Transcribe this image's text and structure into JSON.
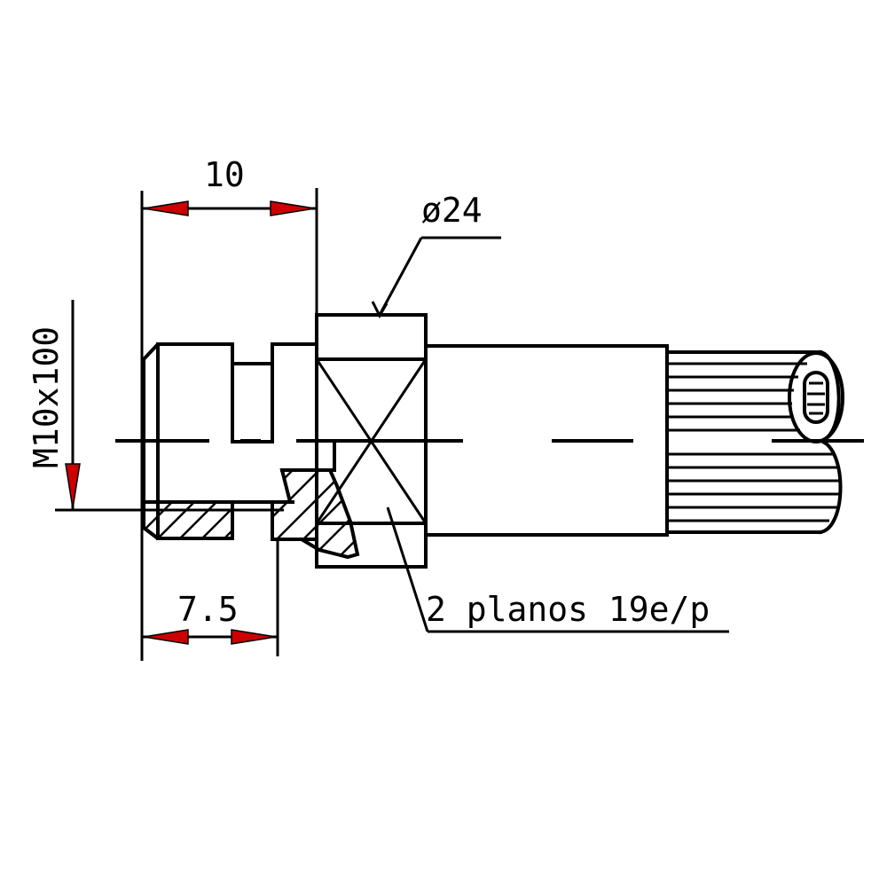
{
  "dimensions": {
    "length_top": "10",
    "diameter": "ø24",
    "thread": "M10x100",
    "length_bottom": "7.5",
    "flats_note": "2 planos 19e/p"
  },
  "colors": {
    "line": "#000000",
    "arrow_fill": "#cc0000",
    "background": "#ffffff"
  }
}
